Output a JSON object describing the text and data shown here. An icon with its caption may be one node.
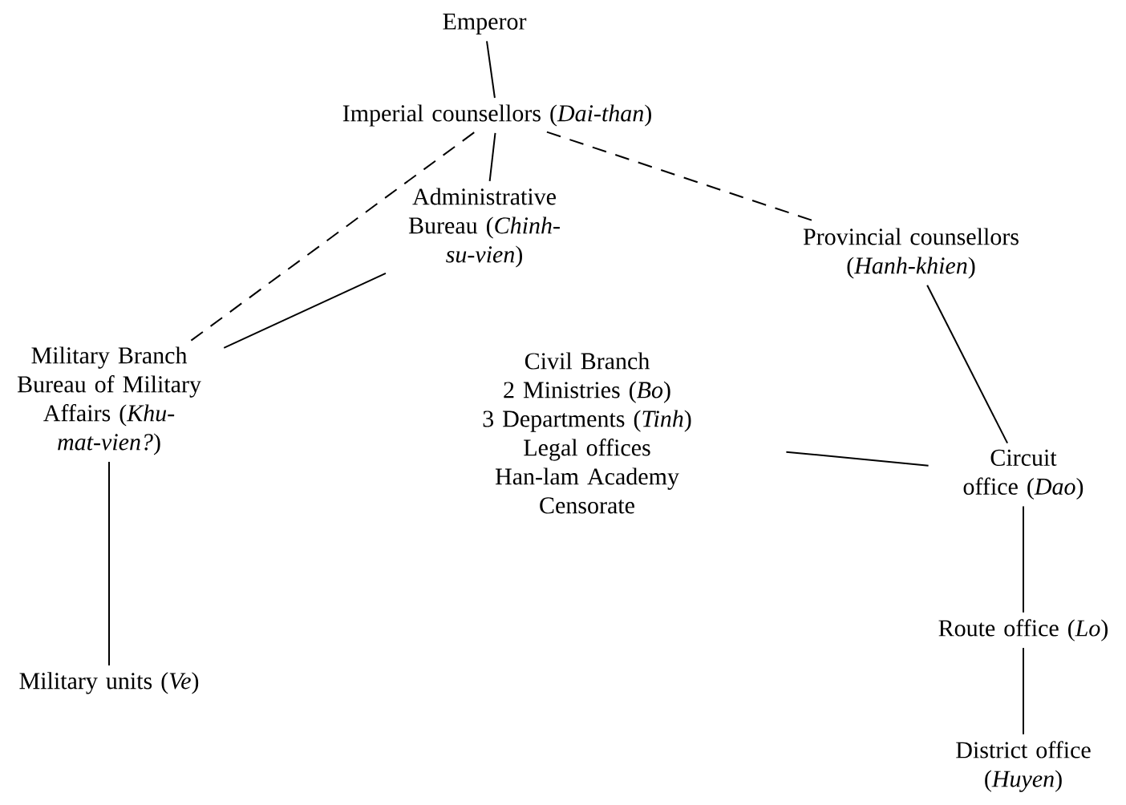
{
  "diagram": {
    "nodes": [
      {
        "text": [
          "Emperor"
        ]
      },
      {
        "text": [
          "Imperial counsellors (*Dai-than*)"
        ]
      },
      {
        "text": [
          "Administrative Bureau (*Chinh-su-vien*)"
        ]
      },
      {
        "text": [
          "Provincial counsellors (*Hanh-khien*)"
        ]
      },
      {
        "text": [
          "Military Branch",
          "Bureau of Military Affairs (*Khu-mat-vien?*)"
        ]
      },
      {
        "text": [
          "Civil Branch",
          "2 Ministries (*Bo*)",
          "3 Departments (*Tinh*)",
          "Legal offices",
          "Han-lam Academy",
          "Censorate"
        ]
      },
      {
        "text": [
          "Circuit office (*Dao*)"
        ]
      },
      {
        "text": [
          "Military units (*Ve*)"
        ]
      },
      {
        "text": [
          "Route office (*Lo*)"
        ]
      },
      {
        "text": [
          "District office (*Huyen*)"
        ]
      }
    ],
    "edges": [
      {
        "from": 0,
        "to": 1,
        "arrow": "none"
      },
      {
        "from": 1,
        "to": 4,
        "arrow": "none",
        "style": "dashed"
      },
      {
        "from": 1,
        "to": 2,
        "arrow": "none"
      },
      {
        "from": 1,
        "to": 3,
        "arrow": "none",
        "style": "dashed"
      },
      {
        "from": 2,
        "to": 4,
        "arrow": "none"
      },
      {
        "from": 3,
        "to": 6,
        "arrow": "none"
      },
      {
        "from": 5,
        "to": 6,
        "arrow": "none"
      },
      {
        "from": 4,
        "to": 7,
        "arrow": "none"
      },
      {
        "from": 6,
        "to": 8,
        "arrow": "none"
      },
      {
        "from": 8,
        "to": 9,
        "arrow": "none"
      }
    ]
  }
}
